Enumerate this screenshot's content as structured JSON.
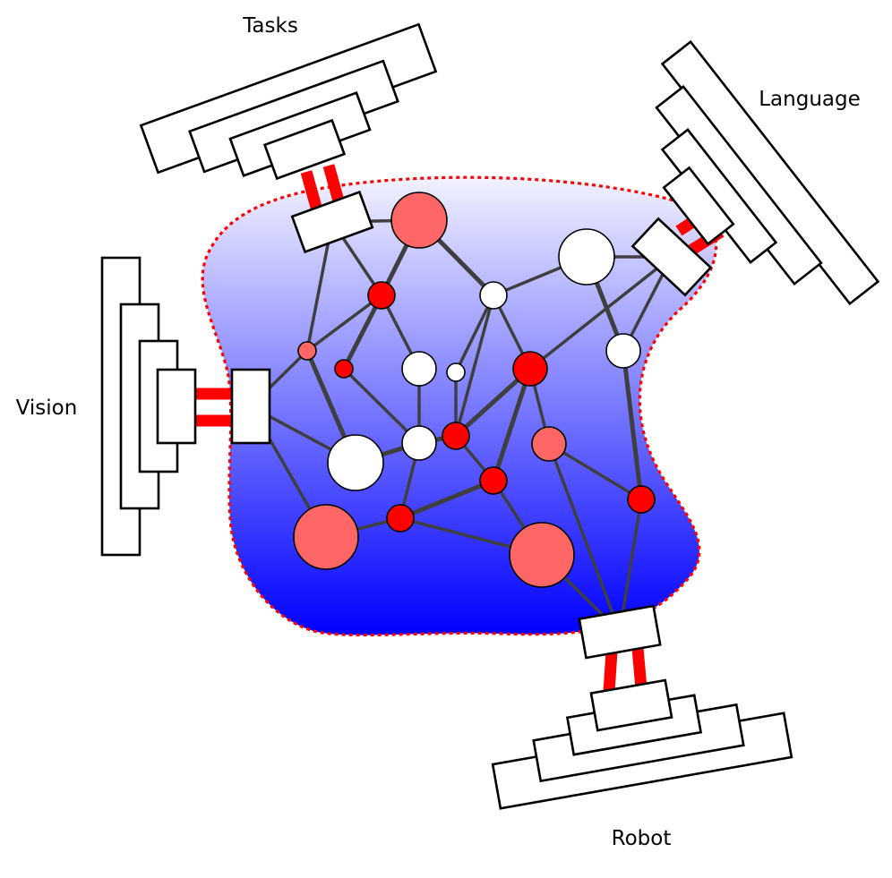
{
  "labels": {
    "tasks": "Tasks",
    "language": "Language",
    "vision": "Vision",
    "robot": "Robot"
  },
  "colors": {
    "region_top": "#f2f2ff",
    "region_bottom": "#0000ff",
    "region_border": "#ff0000",
    "connector": "#ff0000",
    "node_red": "#ff0000",
    "node_light_red": "#ff6666",
    "node_white": "#ffffff",
    "edge": "#3f3f3f"
  },
  "node_types": [
    "red",
    "light-red",
    "white"
  ]
}
